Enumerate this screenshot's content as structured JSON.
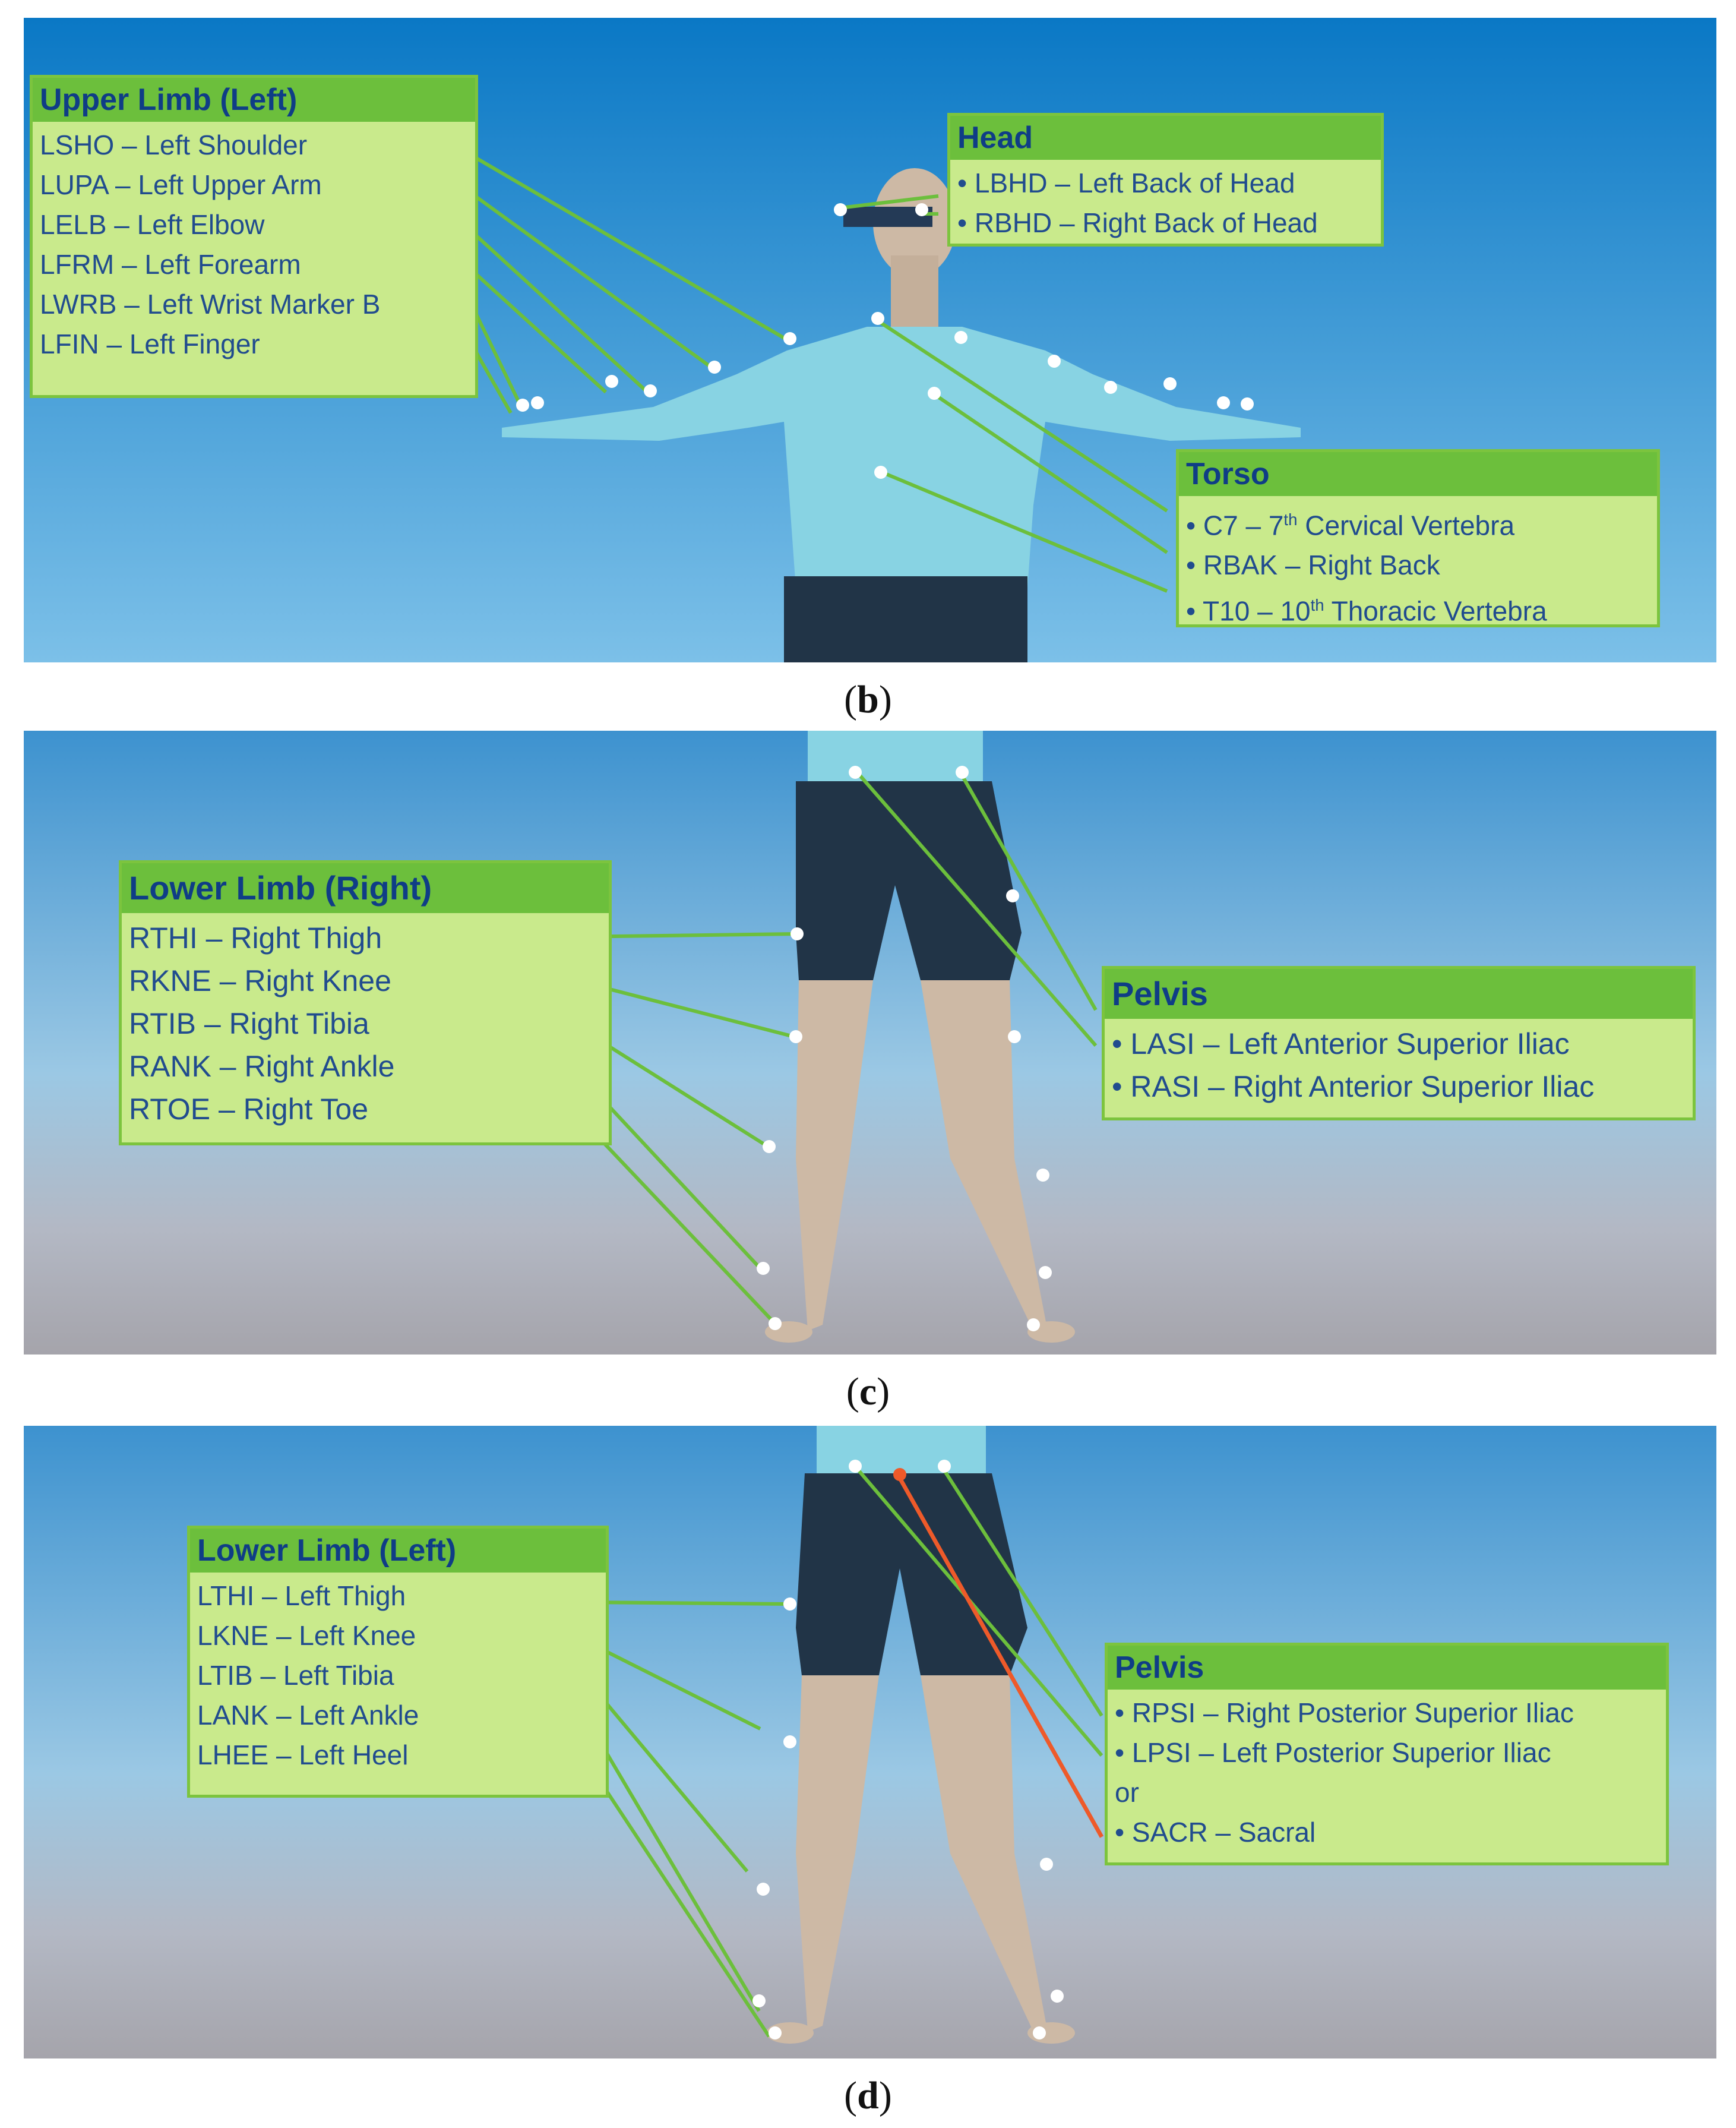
{
  "colors": {
    "sky_top": "#0a78c5",
    "sky_bottom": "#a9d4ee",
    "floor": "#a7a6ad",
    "box_fill": "#c9ea8c",
    "box_header": "#6cbf3c",
    "box_border": "#7cc43e",
    "text": "#214c8e",
    "leader": "#6cbf3c",
    "leader_sacral": "#ee5a2a",
    "marker": "#ffffff",
    "shirt": "#88d3e3",
    "shorts": "#213447",
    "skin": "#cdb9a5"
  },
  "panel_b": {
    "caption_letter": "b",
    "upper_limb_left": {
      "title": "Upper Limb (Left)",
      "items": [
        "LSHO – Left Shoulder",
        "LUPA – Left Upper Arm",
        "LELB – Left Elbow",
        "LFRM – Left Forearm",
        "LWRB – Left Wrist Marker B",
        "LFIN – Left Finger"
      ]
    },
    "head": {
      "title": "Head",
      "items": [
        "• LBHD – Left Back of Head",
        "• RBHD – Right Back of Head"
      ]
    },
    "torso": {
      "title": "Torso",
      "items": [
        {
          "pre": "• C7 – 7",
          "sup": "th",
          "post": " Cervical Vertebra"
        },
        {
          "pre": "• RBAK – Right Back",
          "sup": "",
          "post": ""
        },
        {
          "pre": "• T10 – 10",
          "sup": "th",
          "post": " Thoracic Vertebra"
        }
      ]
    }
  },
  "panel_c": {
    "caption_letter": "c",
    "lower_limb_right": {
      "title": "Lower Limb (Right)",
      "items": [
        "RTHI – Right Thigh",
        "RKNE – Right Knee",
        "RTIB – Right Tibia",
        "RANK – Right Ankle",
        "RTOE – Right Toe"
      ]
    },
    "pelvis": {
      "title": "Pelvis",
      "items": [
        "• LASI – Left Anterior Superior Iliac",
        "• RASI – Right Anterior Superior Iliac"
      ]
    }
  },
  "panel_d": {
    "caption_letter": "d",
    "lower_limb_left": {
      "title": "Lower Limb (Left)",
      "items": [
        "LTHI – Left Thigh",
        "LKNE – Left Knee",
        "LTIB – Left Tibia",
        "LANK – Left Ankle",
        "LHEE – Left Heel"
      ]
    },
    "pelvis": {
      "title": "Pelvis",
      "items": [
        "• RPSI  – Right Posterior Superior Iliac",
        "• LPSI   – Left  Posterior Superior Iliac",
        "or",
        "• SACR – Sacral"
      ]
    }
  }
}
